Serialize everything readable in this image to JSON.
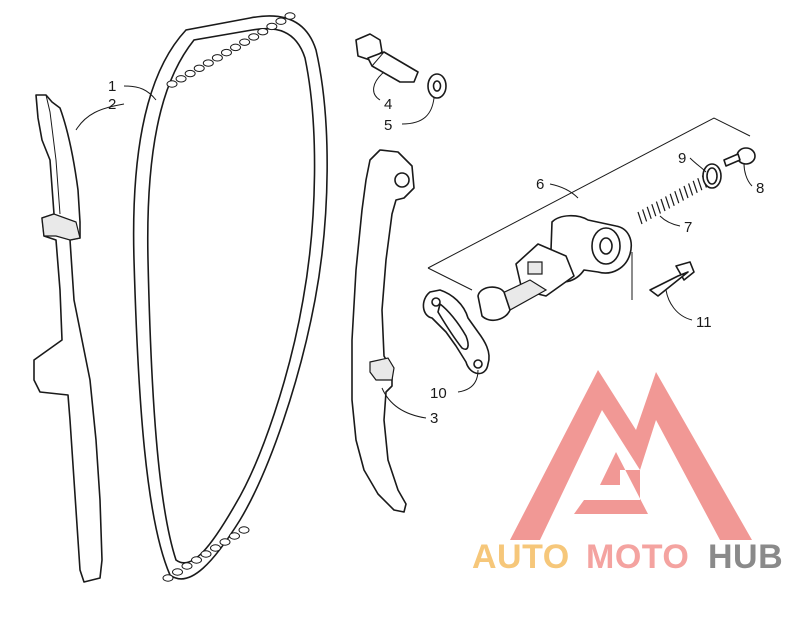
{
  "diagram": {
    "callouts": [
      {
        "id": "1",
        "text": "1"
      },
      {
        "id": "2",
        "text": "2"
      },
      {
        "id": "3",
        "text": "3"
      },
      {
        "id": "4",
        "text": "4"
      },
      {
        "id": "5",
        "text": "5"
      },
      {
        "id": "6",
        "text": "6"
      },
      {
        "id": "7",
        "text": "7"
      },
      {
        "id": "8",
        "text": "8"
      },
      {
        "id": "9",
        "text": "9"
      },
      {
        "id": "10",
        "text": "10"
      },
      {
        "id": "11",
        "text": "11"
      }
    ]
  },
  "watermark": {
    "part1": "AUTO",
    "part2": "MOTO",
    "part3": "HUB",
    "colors": {
      "auto": "#f6c77a",
      "moto": "#f4a3a0",
      "hub": "#8a8a8a",
      "logo": "#f08d8a"
    }
  }
}
